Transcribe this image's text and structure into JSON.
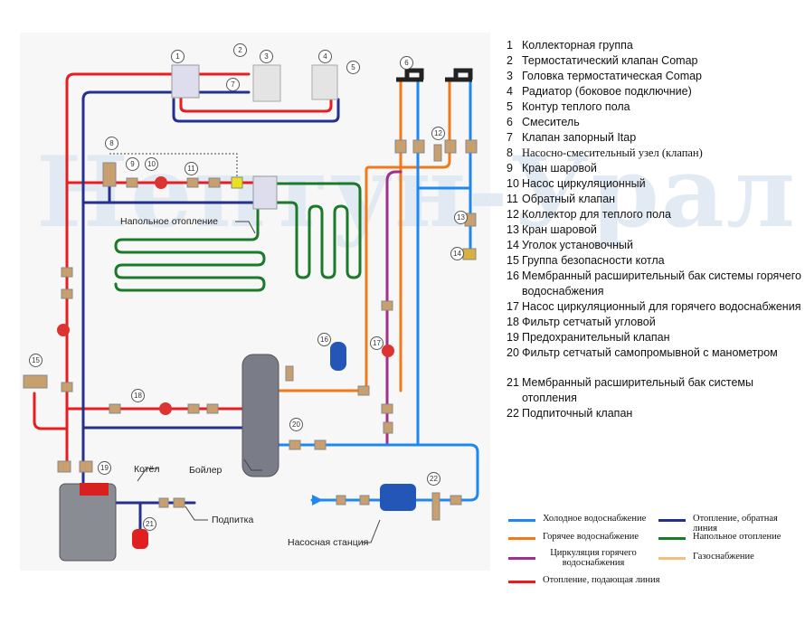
{
  "watermark": "Нептун-Урал",
  "components": [
    {
      "n": "1",
      "text": "Коллекторная группа"
    },
    {
      "n": "2",
      "text": "Термостатический клапан Comap"
    },
    {
      "n": "3",
      "text": "Головка термостатическая Comap"
    },
    {
      "n": "4",
      "text": "Радиатор (боковое подключние)"
    },
    {
      "n": "5",
      "text": "Контур теплого пола"
    },
    {
      "n": "6",
      "text": "Смеситель"
    },
    {
      "n": "7",
      "text": "Клапан запорный Itap"
    },
    {
      "n": "8",
      "text": "Насосно-смесительный узел (клапан)"
    },
    {
      "n": "9",
      "text": "Кран шаровой"
    },
    {
      "n": "10",
      "text": "Насос циркуляционный"
    },
    {
      "n": "11",
      "text": "Обратный клапан"
    },
    {
      "n": "12",
      "text": "Коллектор для теплого пола"
    },
    {
      "n": "13",
      "text": "Кран шаровой"
    },
    {
      "n": "14",
      "text": "Уголок установочный"
    },
    {
      "n": "15",
      "text": "Группа безопасности котла"
    },
    {
      "n": "16",
      "text": "Мембранный расширительный бак системы горячего водоснабжения"
    },
    {
      "n": "17",
      "text": "Насос циркуляционный для горячего водоснабжения"
    },
    {
      "n": "18",
      "text": "Фильтр сетчатый угловой"
    },
    {
      "n": "19",
      "text": "Предохранительный клапан"
    },
    {
      "n": "20",
      "text": "Фильтр сетчатый самопромывной с манометром"
    },
    {
      "n": "21",
      "text": "Мембранный расширительный бак системы отопления"
    },
    {
      "n": "22",
      "text": "Подпиточный клапан"
    }
  ],
  "line_legend": [
    {
      "label": "Холодное водоснабжение",
      "color": "#1e88f0"
    },
    {
      "label": "Горячее водоснабжение",
      "color": "#f07a1a"
    },
    {
      "label": "Циркуляция горячего водоснабжения",
      "color": "#a0308a"
    },
    {
      "label": "Отопление, подающая линия",
      "color": "#e81e1e"
    },
    {
      "label": "Отопление, обратная линия",
      "color": "#24308c"
    },
    {
      "label": "Напольное отопление",
      "color": "#1a7a2a"
    },
    {
      "label": "Газоснабжение",
      "color": "#f2c07a"
    }
  ],
  "labels": {
    "floor_heating": "Напольное отопление",
    "boiler_gas": "Котёл",
    "boiler_tank": "Бойлер",
    "makeup": "Подпитка",
    "pump_station": "Насосная станция"
  },
  "callouts": [
    "1",
    "2",
    "3",
    "4",
    "5",
    "6",
    "7",
    "8",
    "9",
    "10",
    "11",
    "12",
    "13",
    "14",
    "15",
    "16",
    "17",
    "18",
    "19",
    "20",
    "21",
    "22"
  ]
}
